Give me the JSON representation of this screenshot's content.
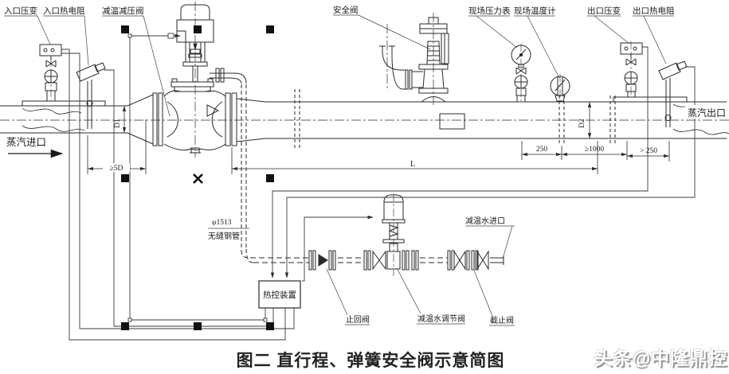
{
  "caption": "图二  直行程、弹簧安全阀示意简图",
  "watermark": "头条@中隆鼎控",
  "labels": {
    "inlet_pressure_transmitter": "入口压变",
    "inlet_rtd": "入口热电阻",
    "reducing_valve": "减温减压阀",
    "safety_valve": "安全阀",
    "field_pressure_gauge": "现场压力表",
    "field_thermometer": "现场温度计",
    "outlet_pressure_transmitter": "出口压变",
    "outlet_rtd": "出口热电阻",
    "steam_inlet": "蒸汽进口",
    "steam_outlet": "蒸汽出口",
    "seamless_pipe_dia": "φ1513",
    "seamless_pipe": "无缝钢管",
    "thermal_control_unit": "热控装置",
    "check_valve": "止回阀",
    "water_regulating_valve": "减温水调节阀",
    "stop_valve": "截止阀",
    "cooling_water_inlet": "减温水进口"
  },
  "dimensions": {
    "inlet_diameter": "D1",
    "outlet_diameter": "D2",
    "upstream_min": "≥5D",
    "pipe_length": "L",
    "dim_250": "250",
    "dim_min_1000": "≥1000",
    "dim_gt_250": "> 250"
  },
  "colors": {
    "line": "#2a2a2a",
    "thin": "#444444",
    "background": "#ffffff"
  }
}
